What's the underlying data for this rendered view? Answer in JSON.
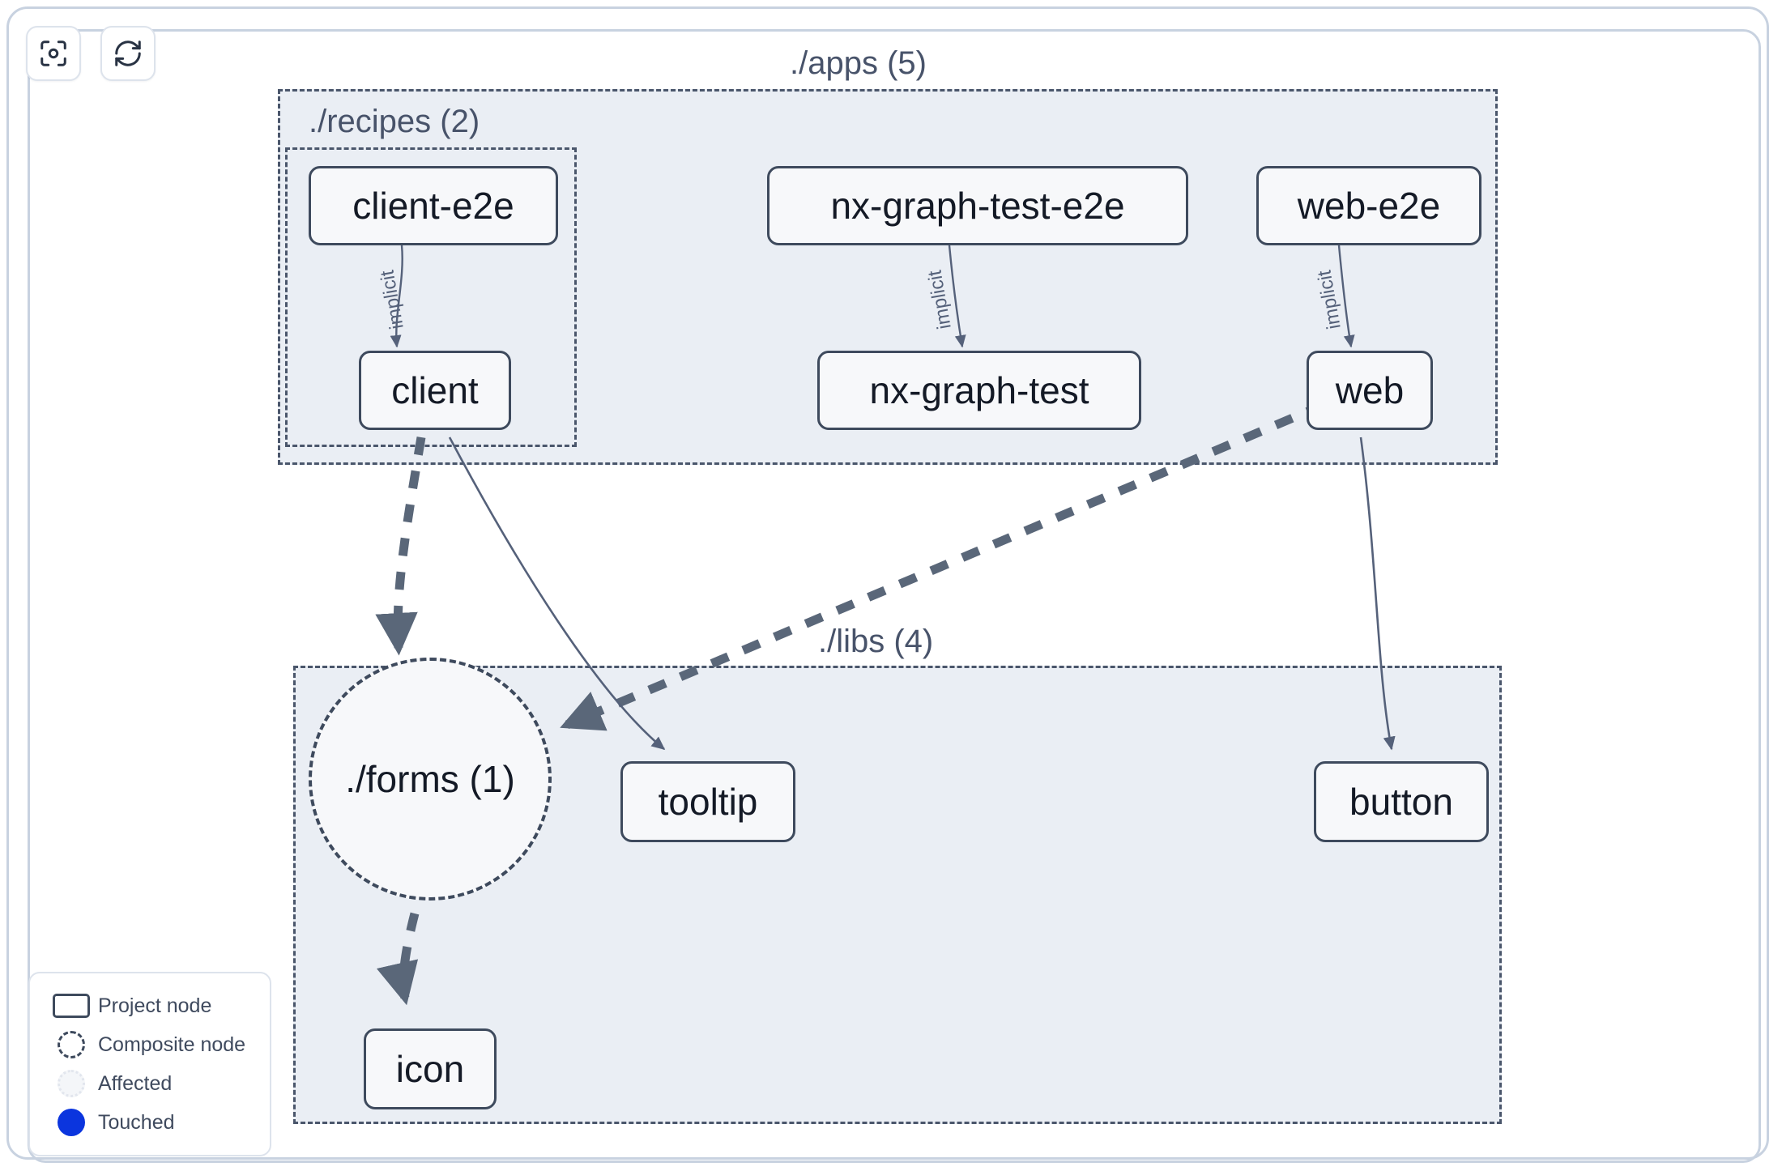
{
  "toolbar": {
    "buttons": [
      {
        "name": "focus-graph-button",
        "icon": "focus-scan-icon"
      },
      {
        "name": "refresh-graph-button",
        "icon": "refresh-icon"
      }
    ]
  },
  "graph": {
    "groups": [
      {
        "id": "apps",
        "label": "./apps (5)"
      },
      {
        "id": "recipes",
        "label": "./recipes (2)"
      },
      {
        "id": "libs",
        "label": "./libs (4)"
      }
    ],
    "nodes": [
      {
        "id": "client-e2e",
        "label": "client-e2e",
        "type": "project"
      },
      {
        "id": "nx-graph-test-e2e",
        "label": "nx-graph-test-e2e",
        "type": "project"
      },
      {
        "id": "web-e2e",
        "label": "web-e2e",
        "type": "project"
      },
      {
        "id": "client",
        "label": "client",
        "type": "project"
      },
      {
        "id": "nx-graph-test",
        "label": "nx-graph-test",
        "type": "project"
      },
      {
        "id": "web",
        "label": "web",
        "type": "project"
      },
      {
        "id": "forms",
        "label": "./forms (1)",
        "type": "composite"
      },
      {
        "id": "tooltip",
        "label": "tooltip",
        "type": "project"
      },
      {
        "id": "button",
        "label": "button",
        "type": "project"
      },
      {
        "id": "icon",
        "label": "icon",
        "type": "project"
      }
    ],
    "edges": [
      {
        "from": "client-e2e",
        "to": "client",
        "label": "implicit",
        "style": "solid"
      },
      {
        "from": "nx-graph-test-e2e",
        "to": "nx-graph-test",
        "label": "implicit",
        "style": "solid"
      },
      {
        "from": "web-e2e",
        "to": "web",
        "label": "implicit",
        "style": "solid"
      },
      {
        "from": "client",
        "to": "forms",
        "label": "",
        "style": "dashed"
      },
      {
        "from": "client",
        "to": "tooltip",
        "label": "",
        "style": "solid"
      },
      {
        "from": "web",
        "to": "forms",
        "label": "",
        "style": "dashed"
      },
      {
        "from": "web",
        "to": "button",
        "label": "",
        "style": "solid"
      },
      {
        "from": "forms",
        "to": "icon",
        "label": "",
        "style": "dashed"
      }
    ]
  },
  "legend": {
    "items": [
      {
        "swatch": "project-node-swatch",
        "label": "Project node"
      },
      {
        "swatch": "composite-node-swatch",
        "label": "Composite node"
      },
      {
        "swatch": "affected-swatch",
        "label": "Affected"
      },
      {
        "swatch": "touched-swatch",
        "label": "Touched"
      }
    ]
  },
  "colors": {
    "canvas_bg": "#ffffff",
    "group_bg": "#eaeef4",
    "group_border": "#4a566b",
    "node_bg": "#f7f8fa",
    "node_border": "#3e4a5d",
    "node_text": "#141a26",
    "edge": "#55617a",
    "touched": "#0b35de"
  }
}
